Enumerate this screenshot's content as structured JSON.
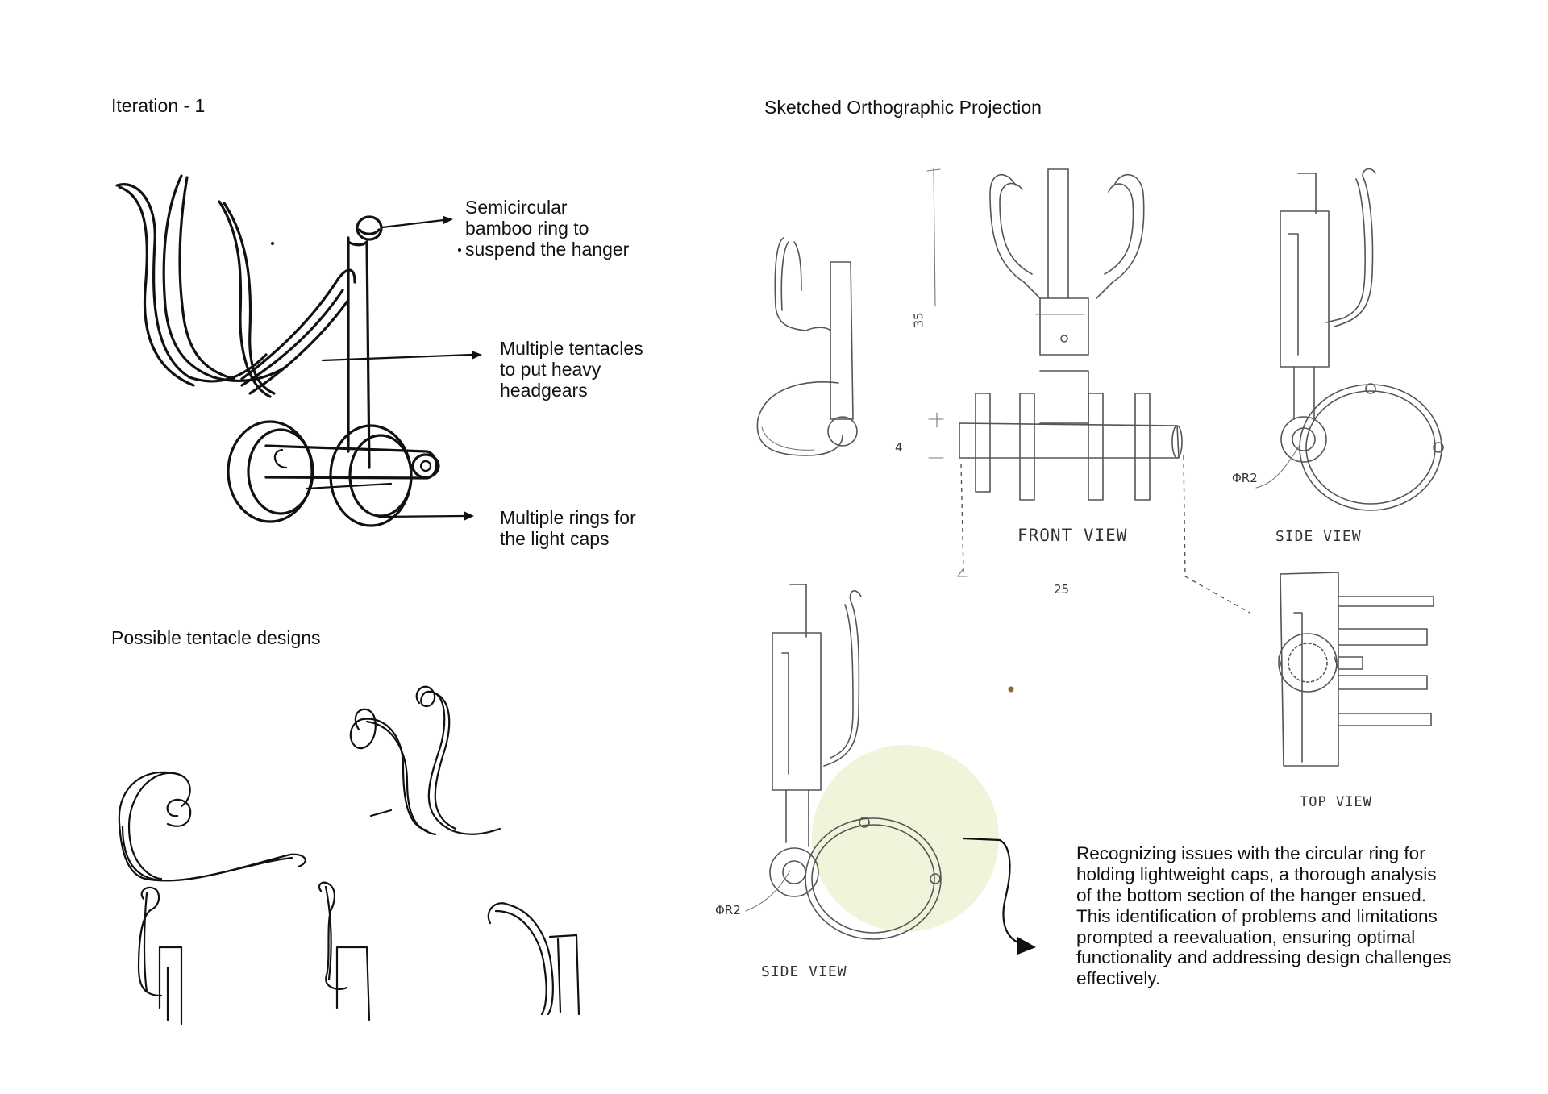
{
  "left": {
    "heading": "Iteration - 1",
    "annotations": [
      "Semicircular\nbamboo ring to\nsuspend the hanger",
      "Multiple tentacles\nto put heavy\nheadgears",
      "Multiple rings for\nthe light caps"
    ],
    "tentacle_heading": "Possible tentacle designs"
  },
  "right": {
    "heading": "Sketched Orthographic Projection",
    "views": {
      "front": "FRONT VIEW",
      "side_1": "SIDE VIEW",
      "side_2": "SIDE VIEW",
      "top": "TOP VIEW"
    },
    "dimensions": {
      "height": "35",
      "bar": "4",
      "width": "25",
      "radius_1": "ΦR2",
      "radius_2": "ΦR2"
    },
    "highlight_color": "#eef3d6",
    "paragraph": "Recognizing issues with the circular ring for holding lightweight caps, a thorough analysis of the bottom section of the hanger ensued. This identification of problems and limitations prompted a reevaluation, ensuring optimal functionality and addressing design challenges effectively."
  }
}
